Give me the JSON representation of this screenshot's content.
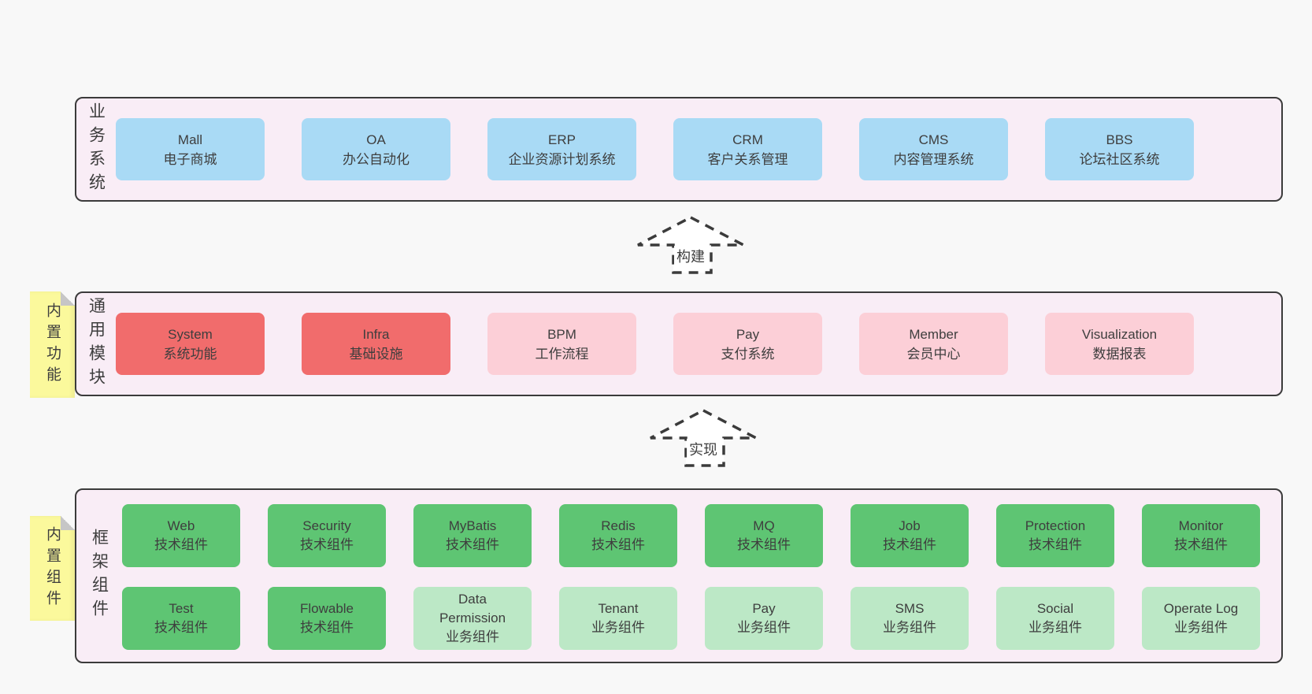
{
  "colors": {
    "page_bg": "#f8f8f8",
    "band_bg": "#f9edf6",
    "band_border": "#3b3b3b",
    "text": "#3d3d3d",
    "blue_box": "#a9daf5",
    "red_box": "#f16c6c",
    "pink_box": "#fccfd7",
    "green_dark_box": "#5ec573",
    "green_light_box": "#bce8c6",
    "sticky_yellow": "#fbf99c",
    "sticky_fold_gray": "#c6c6c6"
  },
  "bands": [
    {
      "label": "业务系统",
      "boxes": [
        {
          "name": "Mall",
          "desc": "电子商城"
        },
        {
          "name": "OA",
          "desc": "办公自动化"
        },
        {
          "name": "ERP",
          "desc": "企业资源计划系统"
        },
        {
          "name": "CRM",
          "desc": "客户关系管理"
        },
        {
          "name": "CMS",
          "desc": "内容管理系统"
        },
        {
          "name": "BBS",
          "desc": "论坛社区系统"
        }
      ]
    },
    {
      "label": "通用模块",
      "sticky": "内置功能",
      "boxes": [
        {
          "name": "System",
          "desc": "系统功能"
        },
        {
          "name": "Infra",
          "desc": "基础设施"
        },
        {
          "name": "BPM",
          "desc": "工作流程"
        },
        {
          "name": "Pay",
          "desc": "支付系统"
        },
        {
          "name": "Member",
          "desc": "会员中心"
        },
        {
          "name": "Visualization",
          "desc": "数据报表"
        }
      ]
    },
    {
      "label": "框架组件",
      "sticky": "内置组件",
      "rows": [
        [
          {
            "name": "Web",
            "desc": "技术组件"
          },
          {
            "name": "Security",
            "desc": "技术组件"
          },
          {
            "name": "MyBatis",
            "desc": "技术组件"
          },
          {
            "name": "Redis",
            "desc": "技术组件"
          },
          {
            "name": "MQ",
            "desc": "技术组件"
          },
          {
            "name": "Job",
            "desc": "技术组件"
          },
          {
            "name": "Protection",
            "desc": "技术组件"
          },
          {
            "name": "Monitor",
            "desc": "技术组件"
          }
        ],
        [
          {
            "name": "Test",
            "desc": "技术组件"
          },
          {
            "name": "Flowable",
            "desc": "技术组件"
          },
          {
            "name": "Data Permission",
            "desc": "业务组件"
          },
          {
            "name": "Tenant",
            "desc": "业务组件"
          },
          {
            "name": "Pay",
            "desc": "业务组件"
          },
          {
            "name": "SMS",
            "desc": "业务组件"
          },
          {
            "name": "Social",
            "desc": "业务组件"
          },
          {
            "name": "Operate Log",
            "desc": "业务组件"
          }
        ]
      ]
    }
  ],
  "arrows": [
    {
      "label": "构建"
    },
    {
      "label": "实现"
    }
  ]
}
